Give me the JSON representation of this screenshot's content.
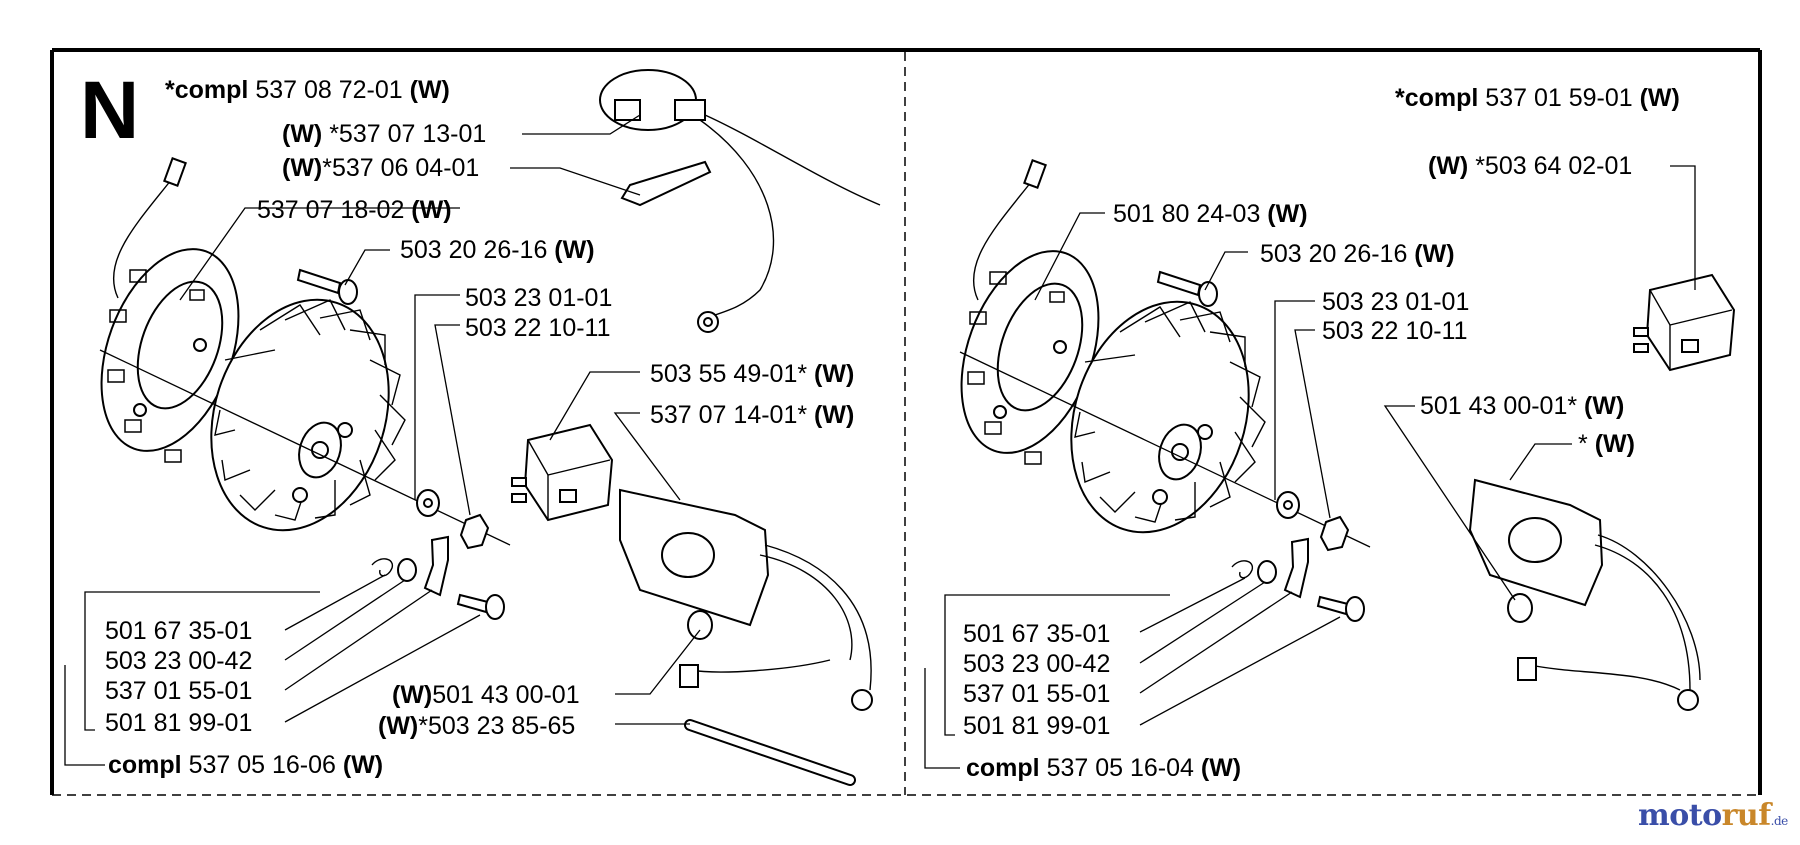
{
  "section": "N",
  "watermark": {
    "part1": "moto",
    "part2": "ruf",
    "suffix": ".de"
  },
  "left": {
    "compl_top": {
      "prefix": "*compl",
      "number": "537 08 72-01",
      "suffix": "(W)"
    },
    "labels": [
      {
        "id": "l1",
        "pre": "(W)",
        "num": " *537 07 13-01",
        "post": ""
      },
      {
        "id": "l2",
        "pre": "(W)",
        "num": "*537 06 04-01",
        "post": ""
      },
      {
        "id": "l3",
        "pre": "",
        "num": "537 07 18-02 ",
        "post": "(W)"
      },
      {
        "id": "l4",
        "pre": "",
        "num": "503 20 26-16 ",
        "post": "(W)"
      },
      {
        "id": "l5",
        "pre": "",
        "num": "503 23 01-01",
        "post": ""
      },
      {
        "id": "l6",
        "pre": "",
        "num": "503 22 10-11",
        "post": ""
      },
      {
        "id": "l7",
        "pre": "",
        "num": "503 55 49-01* ",
        "post": "(W)"
      },
      {
        "id": "l8",
        "pre": "",
        "num": "537 07 14-01* ",
        "post": "(W)"
      },
      {
        "id": "l9",
        "pre": "",
        "num": "501 67 35-01",
        "post": ""
      },
      {
        "id": "l10",
        "pre": "",
        "num": "503 23 00-42",
        "post": ""
      },
      {
        "id": "l11",
        "pre": "",
        "num": "537 01 55-01",
        "post": ""
      },
      {
        "id": "l12",
        "pre": "",
        "num": "501 81 99-01",
        "post": ""
      },
      {
        "id": "l13",
        "pre": "(W)",
        "num": "501 43 00-01",
        "post": ""
      },
      {
        "id": "l14",
        "pre": "(W)",
        "num": "*503 23 85-65",
        "post": ""
      }
    ],
    "compl_bottom": {
      "prefix": "compl",
      "number": " 537 05 16-06 ",
      "suffix": "(W)"
    }
  },
  "right": {
    "compl_top": {
      "prefix": "*compl",
      "number": " 537 01 59-01 ",
      "suffix": "(W)"
    },
    "labels": [
      {
        "id": "r1",
        "pre": "(W)",
        "num": " *503 64 02-01",
        "post": ""
      },
      {
        "id": "r2",
        "pre": "",
        "num": "501 80 24-03 ",
        "post": "(W)"
      },
      {
        "id": "r3",
        "pre": "",
        "num": "503 20 26-16 ",
        "post": "(W)"
      },
      {
        "id": "r4",
        "pre": "",
        "num": "503 23 01-01",
        "post": ""
      },
      {
        "id": "r5",
        "pre": "",
        "num": "503 22 10-11",
        "post": ""
      },
      {
        "id": "r6",
        "pre": "",
        "num": "501 43 00-01* ",
        "post": "(W)"
      },
      {
        "id": "r7",
        "pre": "",
        "num": "* ",
        "post": "(W)"
      },
      {
        "id": "r8",
        "pre": "",
        "num": "501 67 35-01",
        "post": ""
      },
      {
        "id": "r9",
        "pre": "",
        "num": "503 23 00-42",
        "post": ""
      },
      {
        "id": "r10",
        "pre": "",
        "num": "537 01 55-01",
        "post": ""
      },
      {
        "id": "r11",
        "pre": "",
        "num": "501 81 99-01",
        "post": ""
      }
    ],
    "compl_bottom": {
      "prefix": "compl",
      "number": " 537 05 16-04 ",
      "suffix": "(W)"
    }
  }
}
